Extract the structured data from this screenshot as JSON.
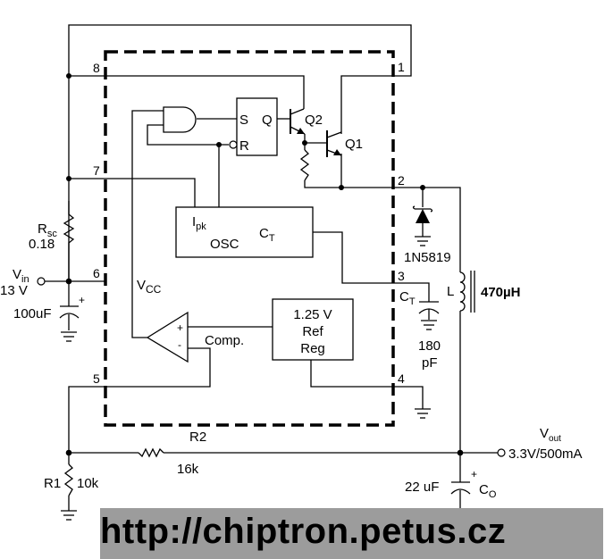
{
  "ic": {
    "pins": [
      "1",
      "2",
      "3",
      "4",
      "5",
      "6",
      "7",
      "8"
    ],
    "and_gate": "",
    "flipflop": {
      "s": "S",
      "r": "R",
      "q": "Q"
    },
    "transistors": {
      "q2": "Q2",
      "q1": "Q1"
    },
    "osc": {
      "ipk": "I",
      "ipk_sub": "pk",
      "osc": "OSC",
      "ct": "C",
      "ct_sub": "T"
    },
    "vcc": {
      "main": "V",
      "sub": "CC"
    },
    "comparator": {
      "label": "Comp.",
      "plus": "+",
      "minus": "-"
    },
    "ref": {
      "line1": "1.25 V",
      "line2": "Ref",
      "line3": "Reg"
    }
  },
  "components": {
    "rsc": {
      "name": "R",
      "name_sub": "sc",
      "value": "0.18"
    },
    "vin": {
      "name": "V",
      "name_sub": "in",
      "value": "13 V"
    },
    "cin": {
      "value": "100uF",
      "polarity": "+"
    },
    "diode": {
      "value": "1N5819"
    },
    "ct": {
      "name": "C",
      "name_sub": "T",
      "value1": "180",
      "value2": "pF"
    },
    "inductor": {
      "name": "L",
      "value": "470µH"
    },
    "r2": {
      "name": "R2",
      "value": "16k"
    },
    "r1": {
      "name": "R1",
      "value": "10k"
    },
    "co": {
      "name": "C",
      "name_sub": "O",
      "value": "22 uF",
      "polarity": "+"
    },
    "vout": {
      "name": "V",
      "name_sub": "out",
      "value": "3.3V/500mA"
    }
  },
  "watermark": "http://chiptron.petus.cz"
}
